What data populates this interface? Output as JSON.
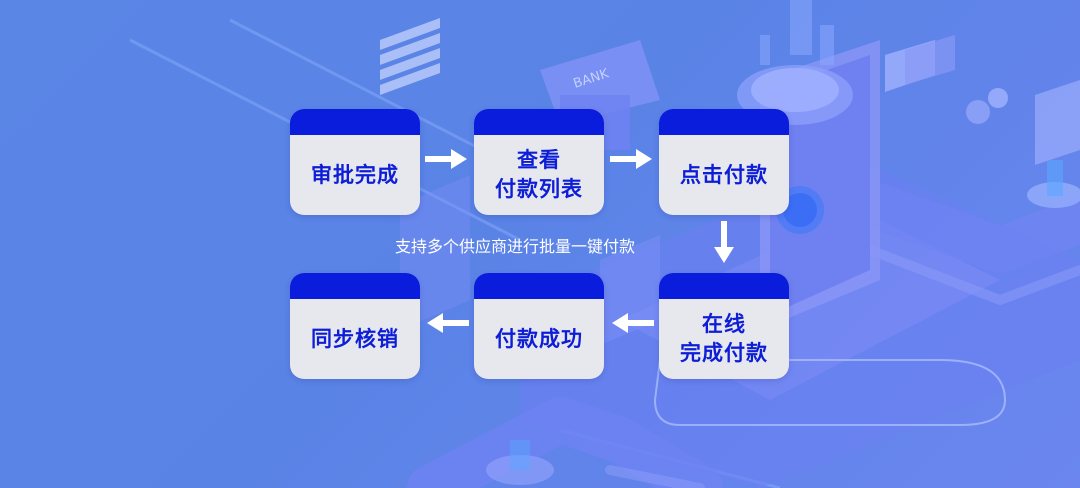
{
  "steps": {
    "approval_done": "审批完成",
    "view_list": "查看\n付款列表",
    "click_pay": "点击付款",
    "online_pay": "在线\n完成付款",
    "pay_success": "付款成功",
    "sync_writeoff": "同步核销"
  },
  "caption": "支持多个供应商进行批量一键付款",
  "background_decoration_text": "BANK",
  "colors": {
    "background": "#5a86e6",
    "card_fill": "#e7e8ee",
    "card_cap": "#0a1cdc",
    "label_text": "#0d1ed6",
    "arrow": "#ffffff"
  },
  "icons": [
    "arrow-right-icon",
    "arrow-down-icon",
    "arrow-left-icon"
  ]
}
